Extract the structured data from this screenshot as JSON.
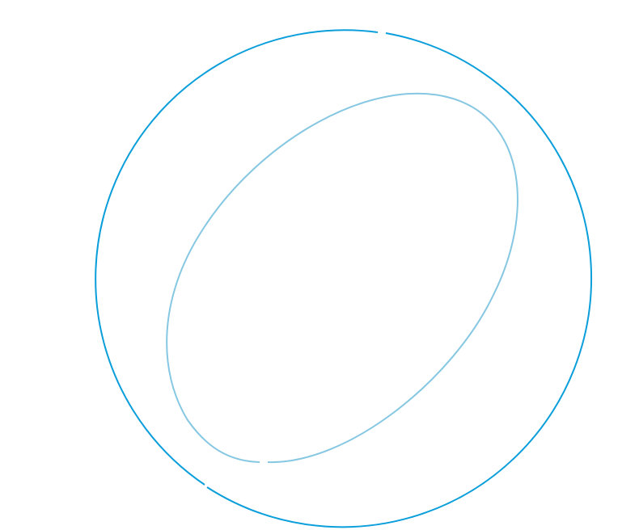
{
  "figure": {
    "background": "#ffffff",
    "shapes": [
      {
        "kind": "circle",
        "name": "outer-ring",
        "color": "#0a9edb"
      },
      {
        "kind": "ellipse",
        "name": "inner-ring",
        "color": "#86c7e2"
      }
    ]
  }
}
